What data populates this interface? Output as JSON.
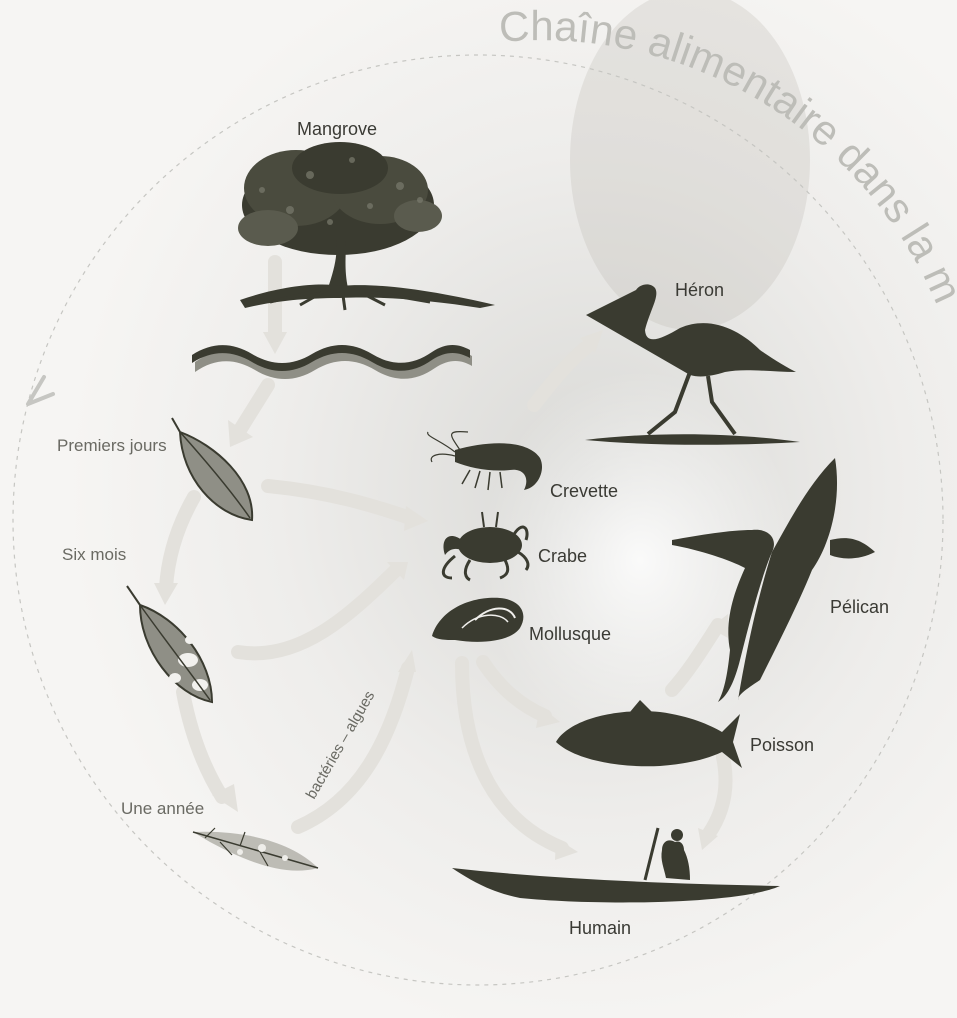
{
  "title": "Chaîne alimentaire dans la mangrove",
  "colors": {
    "silhouette": "#3a3b30",
    "leaf_fill": "#8f8f86",
    "arrow": "#e3e1dc",
    "label": "#3a3a34",
    "title": "#bdbdb8",
    "dashed_circle": "#c6c6c2"
  },
  "nodes": {
    "mangrove": "Mangrove",
    "leaf_first_days": "Premiers jours",
    "leaf_six_months": "Six mois",
    "leaf_one_year": "Une année",
    "shrimp": "Crevette",
    "crab": "Crabe",
    "mollusc": "Mollusque",
    "heron": "Héron",
    "pelican": "Pélican",
    "fish": "Poisson",
    "human": "Humain"
  },
  "annotations": {
    "decomposers": "bactéries – algues"
  },
  "edges": [
    [
      "mangrove",
      "leaf_first_days"
    ],
    [
      "leaf_first_days",
      "leaf_six_months"
    ],
    [
      "leaf_six_months",
      "leaf_one_year"
    ],
    [
      "leaf_first_days",
      "shrimp"
    ],
    [
      "leaf_six_months",
      "crab"
    ],
    [
      "leaf_one_year",
      "mollusc"
    ],
    [
      "crab",
      "heron"
    ],
    [
      "mollusc",
      "fish"
    ],
    [
      "mollusc",
      "human"
    ],
    [
      "fish",
      "pelican"
    ],
    [
      "fish",
      "human"
    ]
  ],
  "icons": {
    "mangrove": "mangrove-tree-icon",
    "water": "water-waves-icon",
    "heron": "heron-icon",
    "pelican": "pelican-icon",
    "shrimp": "shrimp-icon",
    "crab": "crab-icon",
    "mollusc": "snail-shell-icon",
    "fish": "fish-icon",
    "human": "canoe-person-icon"
  }
}
